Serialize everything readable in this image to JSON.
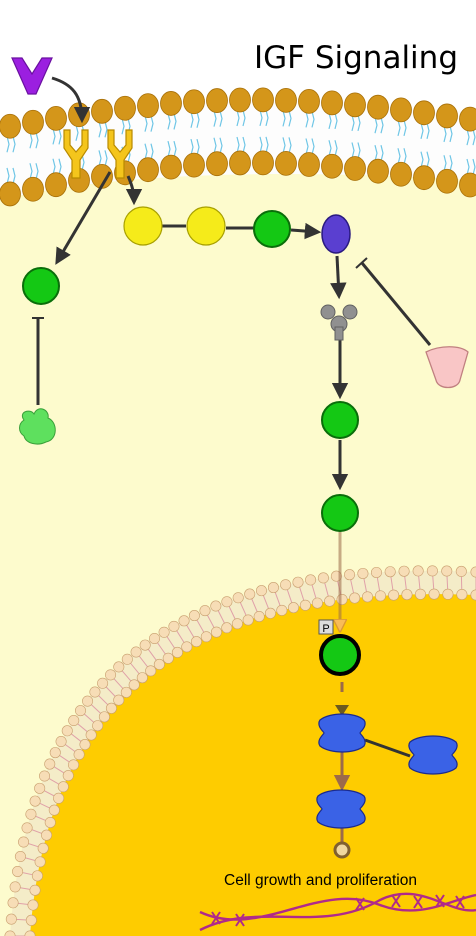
{
  "title": "IGF Signaling",
  "output_label": "Cell growth and proliferation",
  "phospho_tag": "P",
  "colors": {
    "cytoplasm": "#fdfbcd",
    "nucleus": "#fecc00",
    "membrane_head": "#d4961a",
    "membrane_tail": "#6fc6e6",
    "nuclear_head": "#f7ddb6",
    "nuclear_tail": "#e0a0a8",
    "ligand": "#9b1fe0",
    "receptor": "#f4c51c",
    "adaptor": "#f5eb1a",
    "kinase": "#14c814",
    "kinase_outline": "#0a6e0a",
    "purple_protein": "#5a3fd0",
    "grey_protein": "#909090",
    "pink_inhibitor": "#f9c6c6",
    "light_green_target": "#5ee05e",
    "transcription_factor": "#3a62e6",
    "dna": "#b02a8a",
    "arrow": "#333333",
    "nuclear_arrow": "#9c6a4a"
  }
}
